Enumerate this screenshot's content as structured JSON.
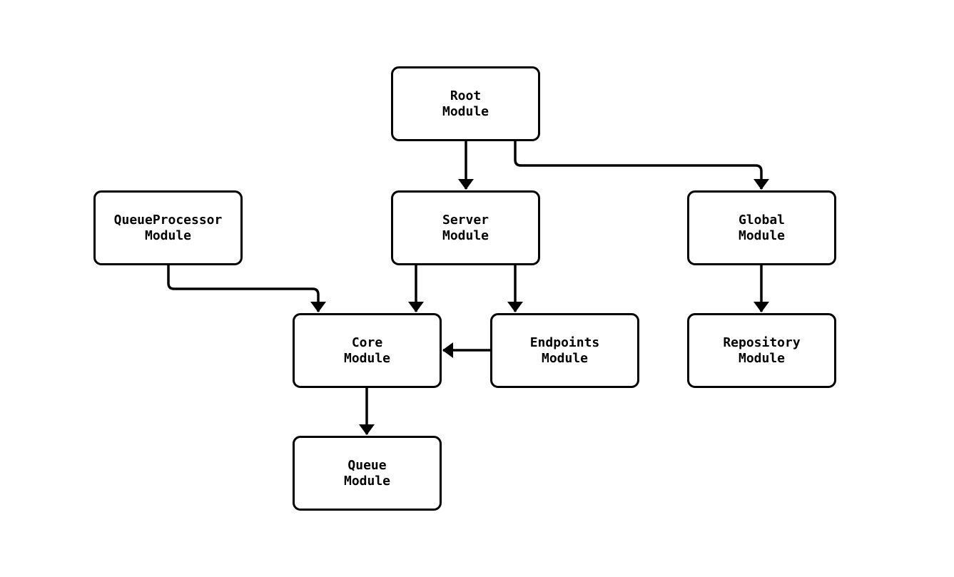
{
  "diagram": {
    "type": "flowchart",
    "colors": {
      "background": "#ffffff",
      "node_fill": "#ffffff",
      "node_border": "#000000",
      "edge_line": "#000000",
      "text": "#000000"
    },
    "nodes": [
      {
        "id": "root",
        "lines": [
          "Root",
          "Module"
        ]
      },
      {
        "id": "queueprocessor",
        "lines": [
          "QueueProcessor",
          "Module"
        ]
      },
      {
        "id": "server",
        "lines": [
          "Server",
          "Module"
        ]
      },
      {
        "id": "global",
        "lines": [
          "Global",
          "Module"
        ]
      },
      {
        "id": "core",
        "lines": [
          "Core",
          "Module"
        ]
      },
      {
        "id": "endpoints",
        "lines": [
          "Endpoints",
          "Module"
        ]
      },
      {
        "id": "repository",
        "lines": [
          "Repository",
          "Module"
        ]
      },
      {
        "id": "queue",
        "lines": [
          "Queue",
          "Module"
        ]
      }
    ],
    "edges": [
      {
        "from": "root",
        "to": "server"
      },
      {
        "from": "root",
        "to": "global"
      },
      {
        "from": "queueprocessor",
        "to": "core"
      },
      {
        "from": "server",
        "to": "core"
      },
      {
        "from": "server",
        "to": "endpoints"
      },
      {
        "from": "endpoints",
        "to": "core"
      },
      {
        "from": "global",
        "to": "repository"
      },
      {
        "from": "core",
        "to": "queue"
      }
    ]
  }
}
